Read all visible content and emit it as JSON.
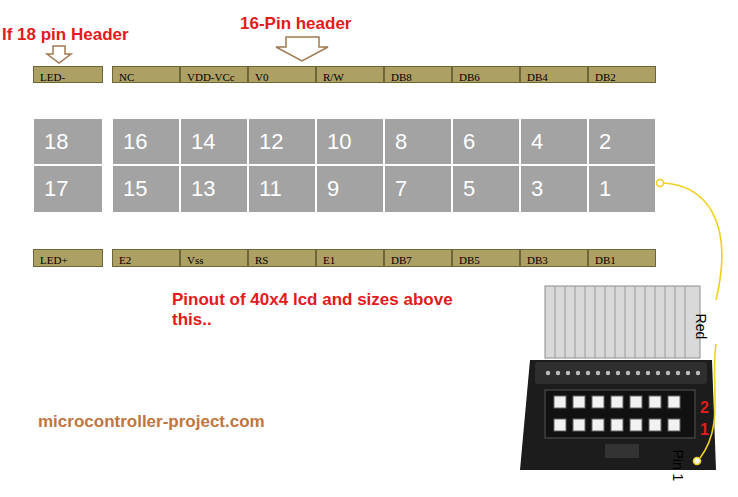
{
  "diagram": {
    "nodes": [
      {
        "text": [
          "LED-"
        ]
      },
      {
        "text": [
          "NC"
        ]
      },
      {
        "text": [
          "VDD-VCc"
        ]
      },
      {
        "text": [
          "V0"
        ]
      },
      {
        "text": [
          "R/W"
        ]
      },
      {
        "text": [
          "DB8"
        ]
      },
      {
        "text": [
          "DB6"
        ]
      },
      {
        "text": [
          "DB4"
        ]
      },
      {
        "text": [
          "DB2"
        ]
      },
      {
        "text": [
          "18"
        ]
      },
      {
        "text": [
          "16"
        ]
      },
      {
        "text": [
          "14"
        ]
      },
      {
        "text": [
          "12"
        ]
      },
      {
        "text": [
          "10"
        ]
      },
      {
        "text": [
          "8"
        ]
      },
      {
        "text": [
          "6"
        ]
      },
      {
        "text": [
          "4"
        ]
      },
      {
        "text": [
          "2"
        ]
      },
      {
        "text": [
          "17"
        ]
      },
      {
        "text": [
          "15"
        ]
      },
      {
        "text": [
          "13"
        ]
      },
      {
        "text": [
          "11"
        ]
      },
      {
        "text": [
          "9"
        ]
      },
      {
        "text": [
          "7"
        ]
      },
      {
        "text": [
          "5"
        ]
      },
      {
        "text": [
          "3"
        ]
      },
      {
        "text": [
          "1"
        ]
      },
      {
        "text": [
          "LED+"
        ]
      },
      {
        "text": [
          "E2"
        ]
      },
      {
        "text": [
          "Vss"
        ]
      },
      {
        "text": [
          "RS"
        ]
      },
      {
        "text": [
          "E1"
        ]
      },
      {
        "text": [
          "DB7"
        ]
      },
      {
        "text": [
          "DB5"
        ]
      },
      {
        "text": [
          "DB3"
        ]
      },
      {
        "text": [
          "DB1"
        ]
      }
    ],
    "labels": [
      "If 18 pin Header",
      "16-Pin header",
      "Pinout of 40x4 lcd and sizes above this..",
      "microcontroller-project.com",
      "Red",
      "2",
      "1",
      "Pin 1"
    ]
  }
}
